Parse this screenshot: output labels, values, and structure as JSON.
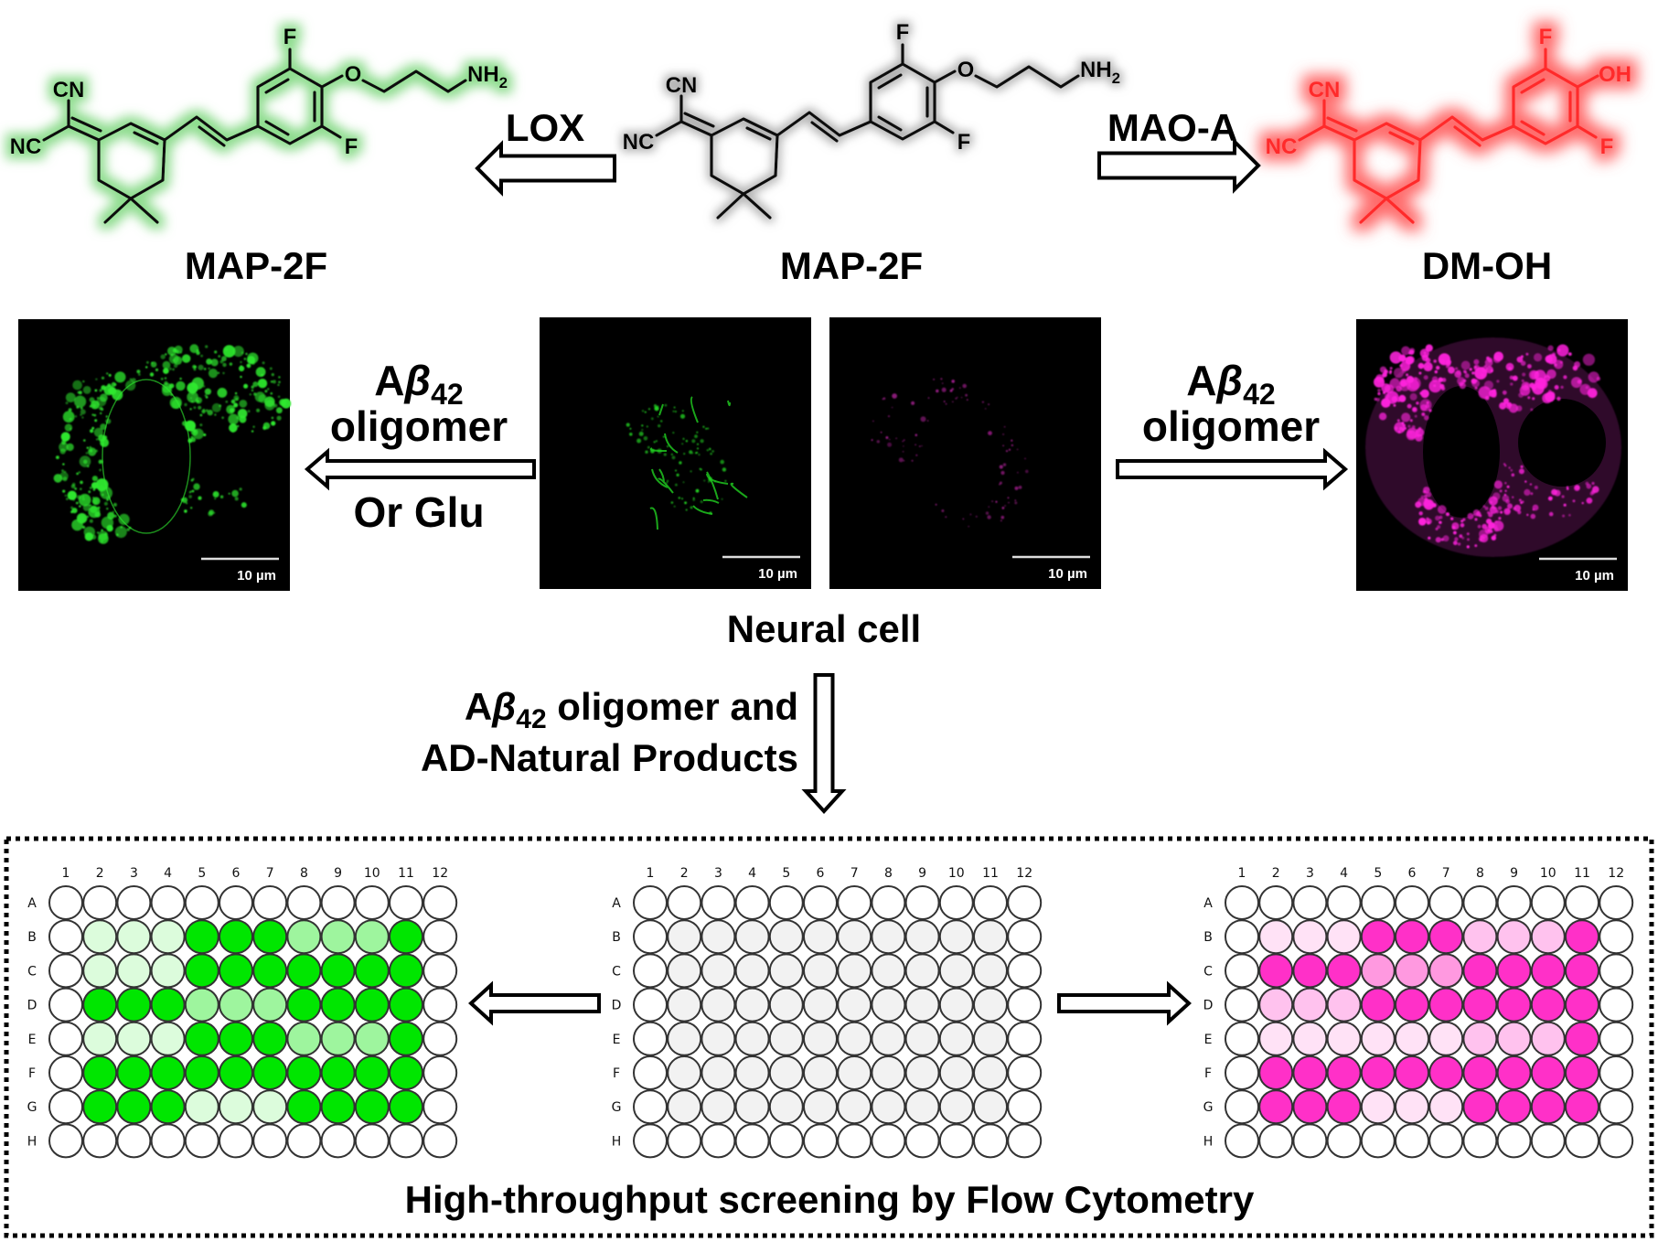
{
  "molecules": [
    {
      "name": "MAP-2F",
      "cn": "CN",
      "nc": "NC",
      "f_top": "F",
      "f_bottom": "F",
      "o": "O",
      "amine": "NH",
      "amine_sub": "2",
      "line_color": "#111111",
      "glow_color": "#8edc8e"
    },
    {
      "name": "MAP-2F",
      "cn": "CN",
      "nc": "NC",
      "f_top": "F",
      "f_bottom": "F",
      "o": "O",
      "amine": "NH",
      "amine_sub": "2",
      "line_color": "#111111",
      "glow_color": "#b4b4b4"
    },
    {
      "name": "DM-OH",
      "cn": "CN",
      "nc": "NC",
      "f_top": "F",
      "f_bottom": "F",
      "oh": "OH",
      "line_color": "#ff2a2a",
      "glow_color": "#ff6a6a"
    }
  ],
  "reactions": {
    "lox": "LOX",
    "mao_a": "MAO-A"
  },
  "abeta": {
    "a": "A",
    "beta": "β",
    "sub": "42"
  },
  "treatments": {
    "left_line2": "oligomer",
    "left_line3": "Or Glu",
    "right_line2": "oligomer",
    "screen_line1_rest": " oligomer and",
    "screen_line2": "AD-Natural Products"
  },
  "micrographs": {
    "scale_bar": "10 µm",
    "caption": "Neural cell"
  },
  "plates": {
    "columns": [
      "1",
      "2",
      "3",
      "4",
      "5",
      "6",
      "7",
      "8",
      "9",
      "10",
      "11",
      "12"
    ],
    "rows": [
      "A",
      "B",
      "C",
      "D",
      "E",
      "F",
      "G",
      "H"
    ],
    "items": [
      {
        "name": "lox-plate",
        "palette": [
          "#ffffff",
          "#dcfcdc",
          "#9ef59e",
          "#00e600"
        ],
        "levels": [
          [
            0,
            0,
            0,
            0,
            0,
            0,
            0,
            0,
            0,
            0,
            0,
            0
          ],
          [
            0,
            1,
            1,
            1,
            3,
            3,
            3,
            2,
            2,
            2,
            3,
            0
          ],
          [
            0,
            1,
            1,
            1,
            3,
            3,
            3,
            3,
            3,
            3,
            3,
            0
          ],
          [
            0,
            3,
            3,
            3,
            2,
            2,
            2,
            3,
            3,
            3,
            3,
            0
          ],
          [
            0,
            1,
            1,
            1,
            3,
            3,
            3,
            2,
            2,
            2,
            3,
            0
          ],
          [
            0,
            3,
            3,
            3,
            3,
            3,
            3,
            3,
            3,
            3,
            3,
            0
          ],
          [
            0,
            3,
            3,
            3,
            1,
            1,
            1,
            3,
            3,
            3,
            3,
            0
          ],
          [
            0,
            0,
            0,
            0,
            0,
            0,
            0,
            0,
            0,
            0,
            0,
            0
          ]
        ]
      },
      {
        "name": "control-plate",
        "palette": [
          "#ffffff",
          "#f2f2f2"
        ],
        "levels": [
          [
            0,
            0,
            0,
            0,
            0,
            0,
            0,
            0,
            0,
            0,
            0,
            0
          ],
          [
            0,
            1,
            1,
            1,
            1,
            1,
            1,
            1,
            1,
            1,
            1,
            0
          ],
          [
            0,
            1,
            1,
            1,
            1,
            1,
            1,
            1,
            1,
            1,
            1,
            0
          ],
          [
            0,
            1,
            1,
            1,
            1,
            1,
            1,
            1,
            1,
            1,
            1,
            0
          ],
          [
            0,
            1,
            1,
            1,
            1,
            1,
            1,
            1,
            1,
            1,
            1,
            0
          ],
          [
            0,
            1,
            1,
            1,
            1,
            1,
            1,
            1,
            1,
            1,
            1,
            0
          ],
          [
            0,
            1,
            1,
            1,
            1,
            1,
            1,
            1,
            1,
            1,
            1,
            0
          ],
          [
            0,
            0,
            0,
            0,
            0,
            0,
            0,
            0,
            0,
            0,
            0,
            0
          ]
        ]
      },
      {
        "name": "mao-plate",
        "palette": [
          "#ffffff",
          "#ffe2f6",
          "#ffc2ee",
          "#ff99e0",
          "#ff30c8"
        ],
        "levels": [
          [
            0,
            0,
            0,
            0,
            0,
            0,
            0,
            0,
            0,
            0,
            0,
            0
          ],
          [
            0,
            1,
            1,
            1,
            4,
            4,
            4,
            2,
            2,
            2,
            4,
            0
          ],
          [
            0,
            4,
            4,
            4,
            3,
            3,
            3,
            4,
            4,
            4,
            4,
            0
          ],
          [
            0,
            2,
            2,
            2,
            4,
            4,
            4,
            4,
            4,
            4,
            4,
            0
          ],
          [
            0,
            1,
            1,
            1,
            1,
            1,
            1,
            2,
            2,
            2,
            4,
            0
          ],
          [
            0,
            4,
            4,
            4,
            4,
            4,
            4,
            4,
            4,
            4,
            4,
            0
          ],
          [
            0,
            4,
            4,
            4,
            1,
            1,
            1,
            4,
            4,
            4,
            4,
            0
          ],
          [
            0,
            0,
            0,
            0,
            0,
            0,
            0,
            0,
            0,
            0,
            0,
            0
          ]
        ]
      }
    ]
  },
  "title": "High-throughput screening by Flow Cytometry"
}
